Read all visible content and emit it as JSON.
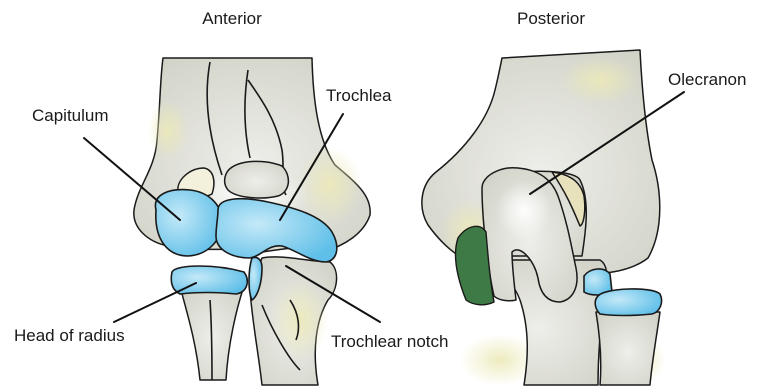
{
  "views": {
    "anterior": {
      "title": "Anterior"
    },
    "posterior": {
      "title": "Posterior"
    }
  },
  "labels": {
    "capitulum": "Capitulum",
    "trochlea": "Trochlea",
    "head_of_radius": "Head of radius",
    "trochlear_notch": "Trochlear notch",
    "olecranon": "Olecranon"
  },
  "colors": {
    "bone": "#d9d9cf",
    "bone_highlight": "#eeeeea",
    "bone_tint": "#ece9b8",
    "cartilage": "#66c3ea",
    "cartilage_highlight": "#c4e9f8",
    "muscle": "#3e7a45",
    "outline": "#1a1a1a"
  }
}
